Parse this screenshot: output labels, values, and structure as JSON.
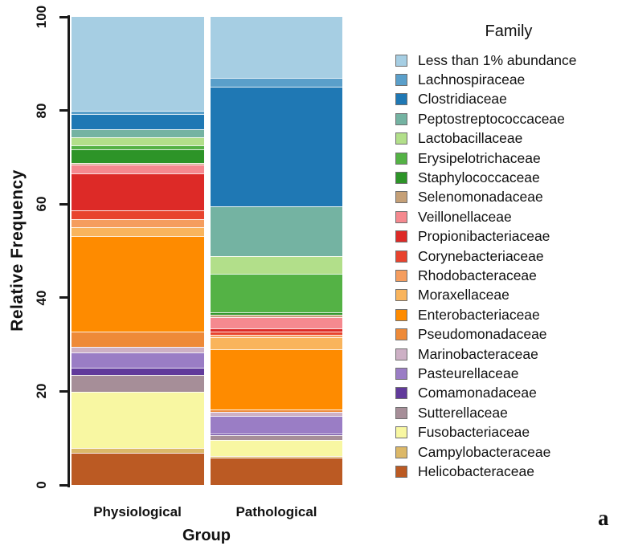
{
  "figure_label": "a",
  "chart_data": {
    "type": "bar",
    "stacked": true,
    "orientation": "vertical",
    "xlabel": "Group",
    "ylabel": "Relative Frequency",
    "ylim": [
      0,
      100
    ],
    "yticks": [
      0,
      20,
      40,
      60,
      80,
      100
    ],
    "grid": false,
    "legend_title": "Family",
    "legend_position": "right",
    "categories": [
      "Physiological",
      "Pathological"
    ],
    "series": [
      {
        "name": "Less than 1% abundance",
        "color": "#a6cee3",
        "values": [
          20.0,
          13.1
        ]
      },
      {
        "name": "Lachnospiraceae",
        "color": "#5a9fca",
        "values": [
          0.7,
          1.9
        ]
      },
      {
        "name": "Clostridiaceae",
        "color": "#1f78b4",
        "values": [
          3.3,
          25.4
        ]
      },
      {
        "name": "Peptostreptococcaceae",
        "color": "#74b3a2",
        "values": [
          1.7,
          10.7
        ]
      },
      {
        "name": "Lactobacillaceae",
        "color": "#b2df8a",
        "values": [
          1.8,
          3.8
        ]
      },
      {
        "name": "Erysipelotrichaceae",
        "color": "#54b245",
        "values": [
          0.8,
          8.3
        ]
      },
      {
        "name": "Staphylococcaceae",
        "color": "#2d9428",
        "values": [
          2.9,
          0.5
        ]
      },
      {
        "name": "Selenomonadaceae",
        "color": "#c5a077",
        "values": [
          0.4,
          0.4
        ]
      },
      {
        "name": "Veillonellaceae",
        "color": "#f5898f",
        "values": [
          1.8,
          2.5
        ]
      },
      {
        "name": "Propionibacteriaceae",
        "color": "#dd2a27",
        "values": [
          8.0,
          0.7
        ]
      },
      {
        "name": "Corynebacteriaceae",
        "color": "#e8432e",
        "values": [
          1.8,
          0.6
        ]
      },
      {
        "name": "Rhodobacteraceae",
        "color": "#f59d5e",
        "values": [
          1.7,
          0.6
        ]
      },
      {
        "name": "Moraxellaceae",
        "color": "#f9b45c",
        "values": [
          2.0,
          2.5
        ]
      },
      {
        "name": "Enterobacteriaceae",
        "color": "#fe8b00",
        "values": [
          20.3,
          12.9
        ]
      },
      {
        "name": "Pseudomonadaceae",
        "color": "#ee8a38",
        "values": [
          3.3,
          0.5
        ]
      },
      {
        "name": "Marinobacteraceae",
        "color": "#cdb0c5",
        "values": [
          1.2,
          0.9
        ]
      },
      {
        "name": "Pasteurellaceae",
        "color": "#9a7dc5",
        "values": [
          3.2,
          3.8
        ]
      },
      {
        "name": "Comamonadaceae",
        "color": "#613a9b",
        "values": [
          1.7,
          0.3
        ]
      },
      {
        "name": "Sutterellaceae",
        "color": "#a68e98",
        "values": [
          3.5,
          1.0
        ]
      },
      {
        "name": "Fusobacteriaceae",
        "color": "#f8f7a2",
        "values": [
          12.0,
          3.5
        ]
      },
      {
        "name": "Campylobacteraceae",
        "color": "#dcb868",
        "values": [
          1.1,
          0.3
        ]
      },
      {
        "name": "Helicobacteraceae",
        "color": "#bb5a23",
        "values": [
          6.8,
          5.8
        ]
      }
    ]
  }
}
